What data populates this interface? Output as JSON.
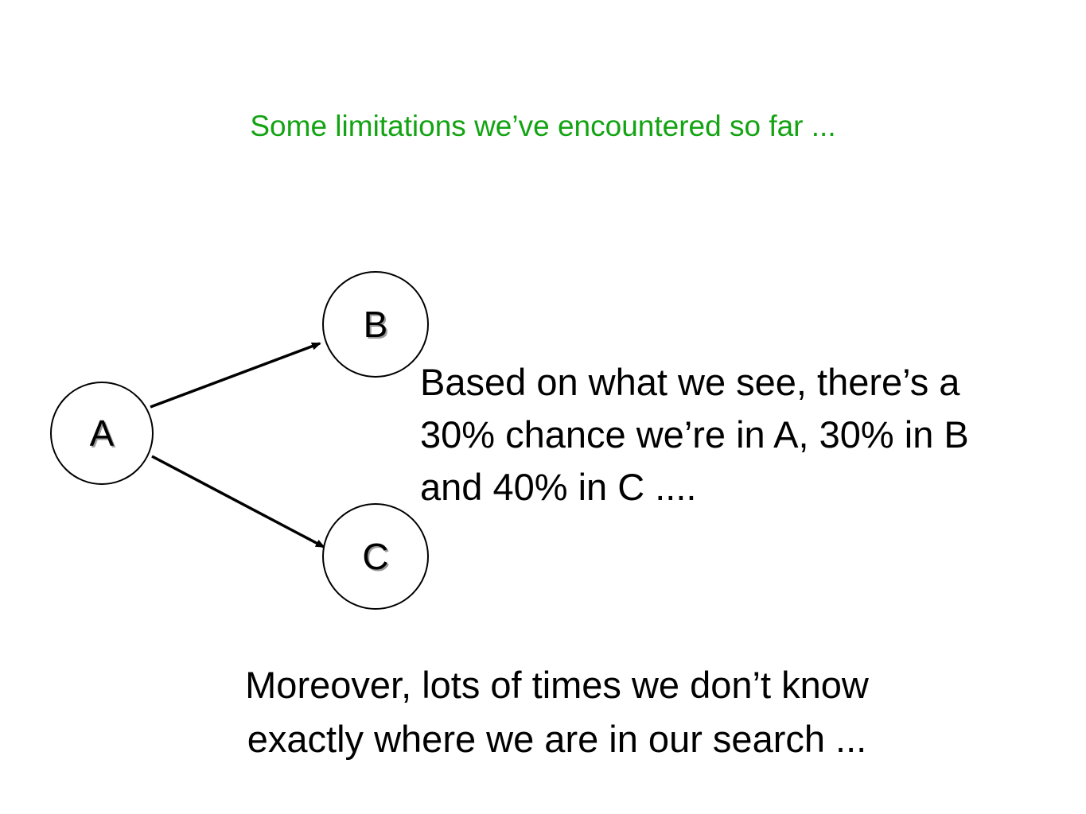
{
  "slide": {
    "title": "Some limitations we’ve encountered so far ...",
    "title_color": "#13a313"
  },
  "diagram": {
    "nodes": [
      {
        "id": "A",
        "label": "A"
      },
      {
        "id": "B",
        "label": "B"
      },
      {
        "id": "C",
        "label": "C"
      }
    ],
    "edges": [
      {
        "from": "A",
        "to": "B"
      },
      {
        "from": "A",
        "to": "C"
      }
    ]
  },
  "side_text": {
    "lines": [
      "Based on what we see, there’s a",
      "30% chance we’re in A, 30% in B",
      "and 40% in C ...."
    ]
  },
  "bottom_text": {
    "lines": [
      "Moreover, lots of times we don’t know",
      "exactly where we are in our search ..."
    ]
  }
}
